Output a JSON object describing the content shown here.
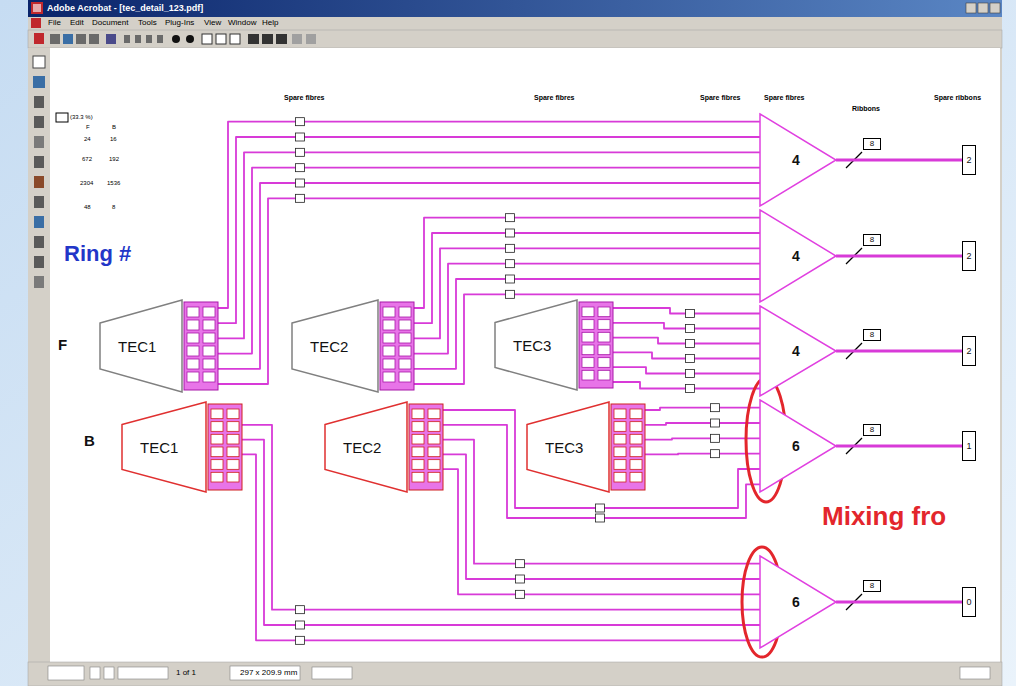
{
  "diagram": {
    "nodes": [
      {
        "text": [
          "TEC1"
        ]
      },
      {
        "text": [
          "TEC2"
        ]
      },
      {
        "text": [
          "TEC3"
        ]
      },
      {
        "text": [
          "TEC1"
        ]
      },
      {
        "text": [
          "TEC2"
        ]
      },
      {
        "text": [
          "TEC3"
        ]
      },
      {
        "text": [
          "4"
        ]
      },
      {
        "text": [
          "4"
        ]
      },
      {
        "text": [
          "4"
        ]
      },
      {
        "text": [
          "6"
        ]
      },
      {
        "text": [
          "6"
        ]
      },
      {
        "text": [
          "8"
        ]
      },
      {
        "text": [
          "8"
        ]
      },
      {
        "text": [
          "8"
        ]
      },
      {
        "text": [
          "8"
        ]
      },
      {
        "text": [
          "8"
        ]
      },
      {
        "text": [
          "2"
        ]
      },
      {
        "text": [
          "2"
        ]
      },
      {
        "text": [
          "2"
        ]
      },
      {
        "text": [
          "1"
        ]
      },
      {
        "text": [
          "0"
        ]
      }
    ],
    "edges": [
      {
        "from": 0,
        "to": 6,
        "arrow": "none"
      },
      {
        "from": 1,
        "to": 7,
        "arrow": "none"
      },
      {
        "from": 2,
        "to": 8,
        "arrow": "none"
      },
      {
        "from": 5,
        "to": 9,
        "arrow": "none"
      },
      {
        "from": 4,
        "to": 9,
        "arrow": "none"
      },
      {
        "from": 4,
        "to": 10,
        "arrow": "none"
      },
      {
        "from": 3,
        "to": 10,
        "arrow": "none"
      },
      {
        "from": 6,
        "to": 16,
        "arrow": "none"
      },
      {
        "from": 7,
        "to": 17,
        "arrow": "none"
      },
      {
        "from": 8,
        "to": 18,
        "arrow": "none"
      },
      {
        "from": 9,
        "to": 19,
        "arrow": "none"
      },
      {
        "from": 10,
        "to": 20,
        "arrow": "none"
      }
    ],
    "labels": [
      "Adobe Acrobat - [tec_detail_123.pdf]",
      "File",
      "Edit",
      "Document",
      "Tools",
      "Plug-Ins",
      "View",
      "Window",
      "Help",
      "Spare fibres",
      "Spare fibres",
      "Spare fibres",
      "Spare fibres",
      "Ribbons",
      "Spare ribbons",
      "(33.3 %)",
      "F",
      "B",
      "24",
      "16",
      "672",
      "192",
      "2304",
      "1536",
      "48",
      "8",
      "Ring #",
      "F",
      "B",
      "Mixing fro",
      "1 of 1",
      "297 x 209.9 mm"
    ]
  }
}
